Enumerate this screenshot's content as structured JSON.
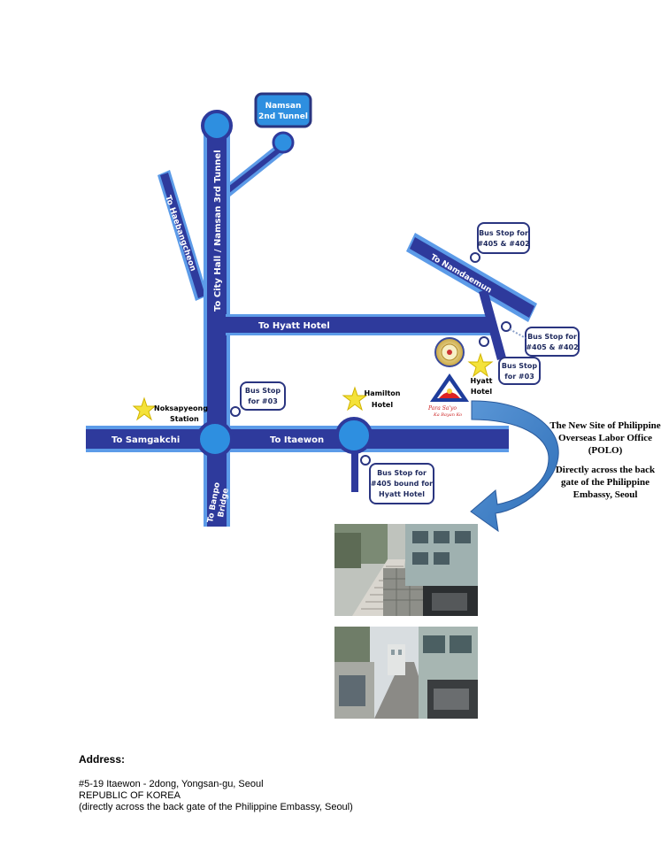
{
  "map": {
    "road_labels": {
      "city_hall": "To City Hall / Namsan 3rd Tunnel",
      "haebangcheon": "To Haebangcheon",
      "hyatt_hotel": "To Hyatt Hotel",
      "namdaemun": "To Namdaemun",
      "samgakchi": "To Samgakchi",
      "itaewon": "To Itaewon",
      "banpo_bridge_1": "To Banpo",
      "banpo_bridge_2": "Bridge"
    },
    "tunnel": {
      "line1": "Namsan",
      "line2": "2nd Tunnel"
    },
    "landmarks": {
      "noksapyeong_1": "Noksapyeong",
      "noksapyeong_2": "Station",
      "hamilton_1": "Hamilton",
      "hamilton_2": "Hotel",
      "hyatt_1": "Hyatt",
      "hyatt_2": "Hotel"
    },
    "bus_stops": {
      "stop_a": {
        "line1": "Bus Stop for",
        "line2": "#405 & #402"
      },
      "stop_b": {
        "line1": "Bus Stop for",
        "line2": "#405 & #402"
      },
      "stop_c": {
        "line1": "Bus Stop",
        "line2": "for #03"
      },
      "stop_d": {
        "line1": "Bus Stop",
        "line2": "for #03"
      },
      "stop_e": {
        "line1": "Bus Stop for",
        "line2": "#405 bound for",
        "line3": "Hyatt Hotel"
      }
    },
    "logo_text_1": "Para Sa'yo",
    "logo_text_2": "Ka Bayan Ko"
  },
  "note": {
    "title": "The New Site of Philippine Overseas Labor Office (POLO)",
    "subtitle": "Directly across the back gate of the Philippine Embassy, Seoul"
  },
  "address": {
    "title": "Address:",
    "line1": "#5-19 Itaewon - 2dong, Yongsan-gu, Seoul",
    "line2": "REPUBLIC OF KOREA",
    "line3": "(directly across the back gate of the Philippine Embassy, Seoul)"
  },
  "colors": {
    "road": "#2e3a9c",
    "road_light": "#3d4fc4",
    "road_edge": "#5c9be8",
    "circle": "#2e8fe0",
    "arrow": "#4a86cc",
    "callout_border": "#2a3580"
  }
}
